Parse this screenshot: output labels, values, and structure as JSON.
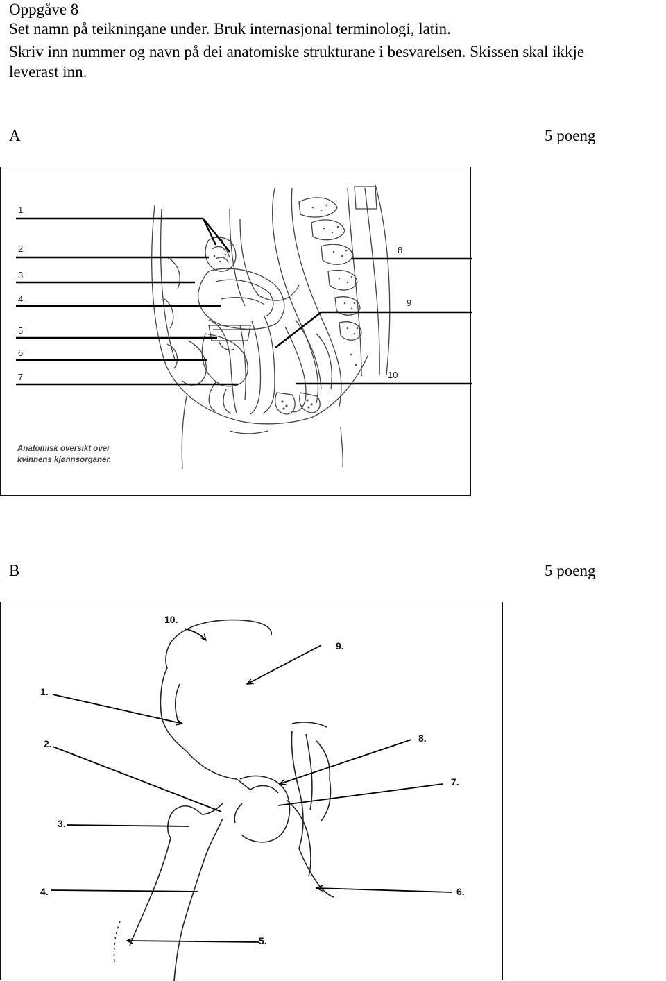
{
  "task": {
    "title": "Oppgåve 8",
    "lines": [
      "Set namn på teikningane under. Bruk internasjonal terminologi, latin.",
      "Skriv inn nummer og navn på dei anatomiske strukturane i besvarelsen. Skissen skal ikkje",
      "leverast inn."
    ]
  },
  "section_a": {
    "letter": "A",
    "points": "5 poeng",
    "caption_line1": "Anatomisk oversikt over",
    "caption_line2": "kvinnens kjønnsorganer.",
    "labels": [
      "1",
      "2",
      "3",
      "4",
      "5",
      "6",
      "7",
      "8",
      "9",
      "10"
    ]
  },
  "section_b": {
    "letter": "B",
    "points": "5 poeng",
    "labels": [
      "1.",
      "2.",
      "3.",
      "4.",
      "5.",
      "6.",
      "7.",
      "8.",
      "9.",
      "10."
    ]
  }
}
